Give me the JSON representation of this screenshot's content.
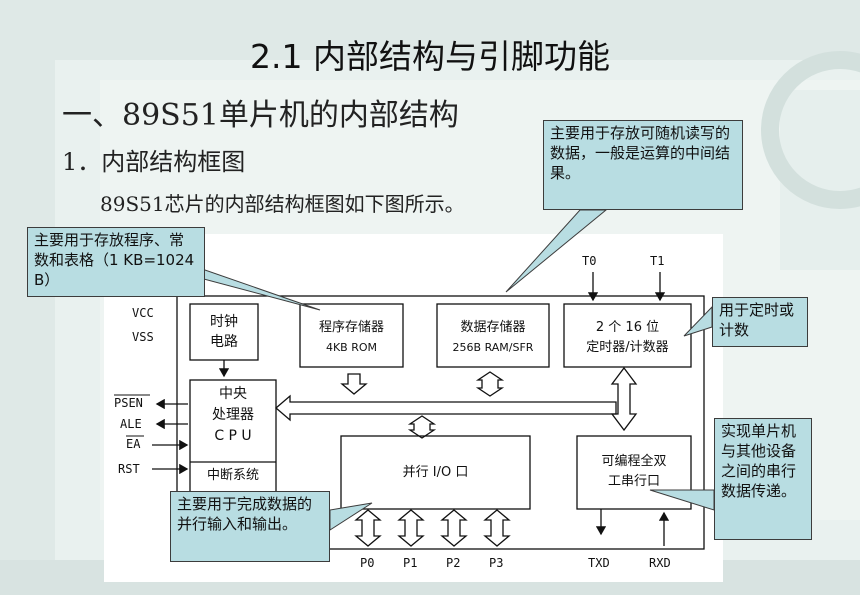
{
  "slide": {
    "title": "2.1 内部结构与引脚功能",
    "heading": "一、89S51单片机的内部结构",
    "subheading": "1．内部结构框图",
    "intro": "89S51芯片的内部结构框图如下图所示。"
  },
  "diagram": {
    "blocks": {
      "clock": [
        "时钟",
        "电路"
      ],
      "program_memory": [
        "程序存储器",
        "4KB ROM"
      ],
      "data_memory": [
        "数据存储器",
        "256B RAM/SFR"
      ],
      "timer": [
        "2 个 16 位",
        "定时器/计数器"
      ],
      "cpu": [
        "中央",
        "处理器",
        "C P U"
      ],
      "interrupt": "中断系统",
      "parallel_io": "并行 I/O 口",
      "serial": [
        "可编程全双",
        "工串行口"
      ]
    },
    "pins": {
      "vcc": "VCC",
      "vss": "VSS",
      "psen": "PSEN",
      "ale": "ALE",
      "ea": "EA",
      "rst": "RST",
      "t0": "T0",
      "t1": "T1",
      "ports": [
        "P0",
        "P1",
        "P2",
        "P3"
      ],
      "txd": "TXD",
      "rxd": "RXD"
    }
  },
  "callouts": {
    "ram": "主要用于存放可随机读写的数据，一般是运算的中间结果。",
    "rom": "主要用于存放程序、常数和表格（1 KB=1024 B）",
    "timer": "用于定时或计数",
    "serial": "实现单片机与其他设备之间的串行数据传递。",
    "io": "主要用于完成数据的并行输入和输出。"
  },
  "colors": {
    "background": "#dfe9e7",
    "callout_fill": "#b8dde2"
  }
}
